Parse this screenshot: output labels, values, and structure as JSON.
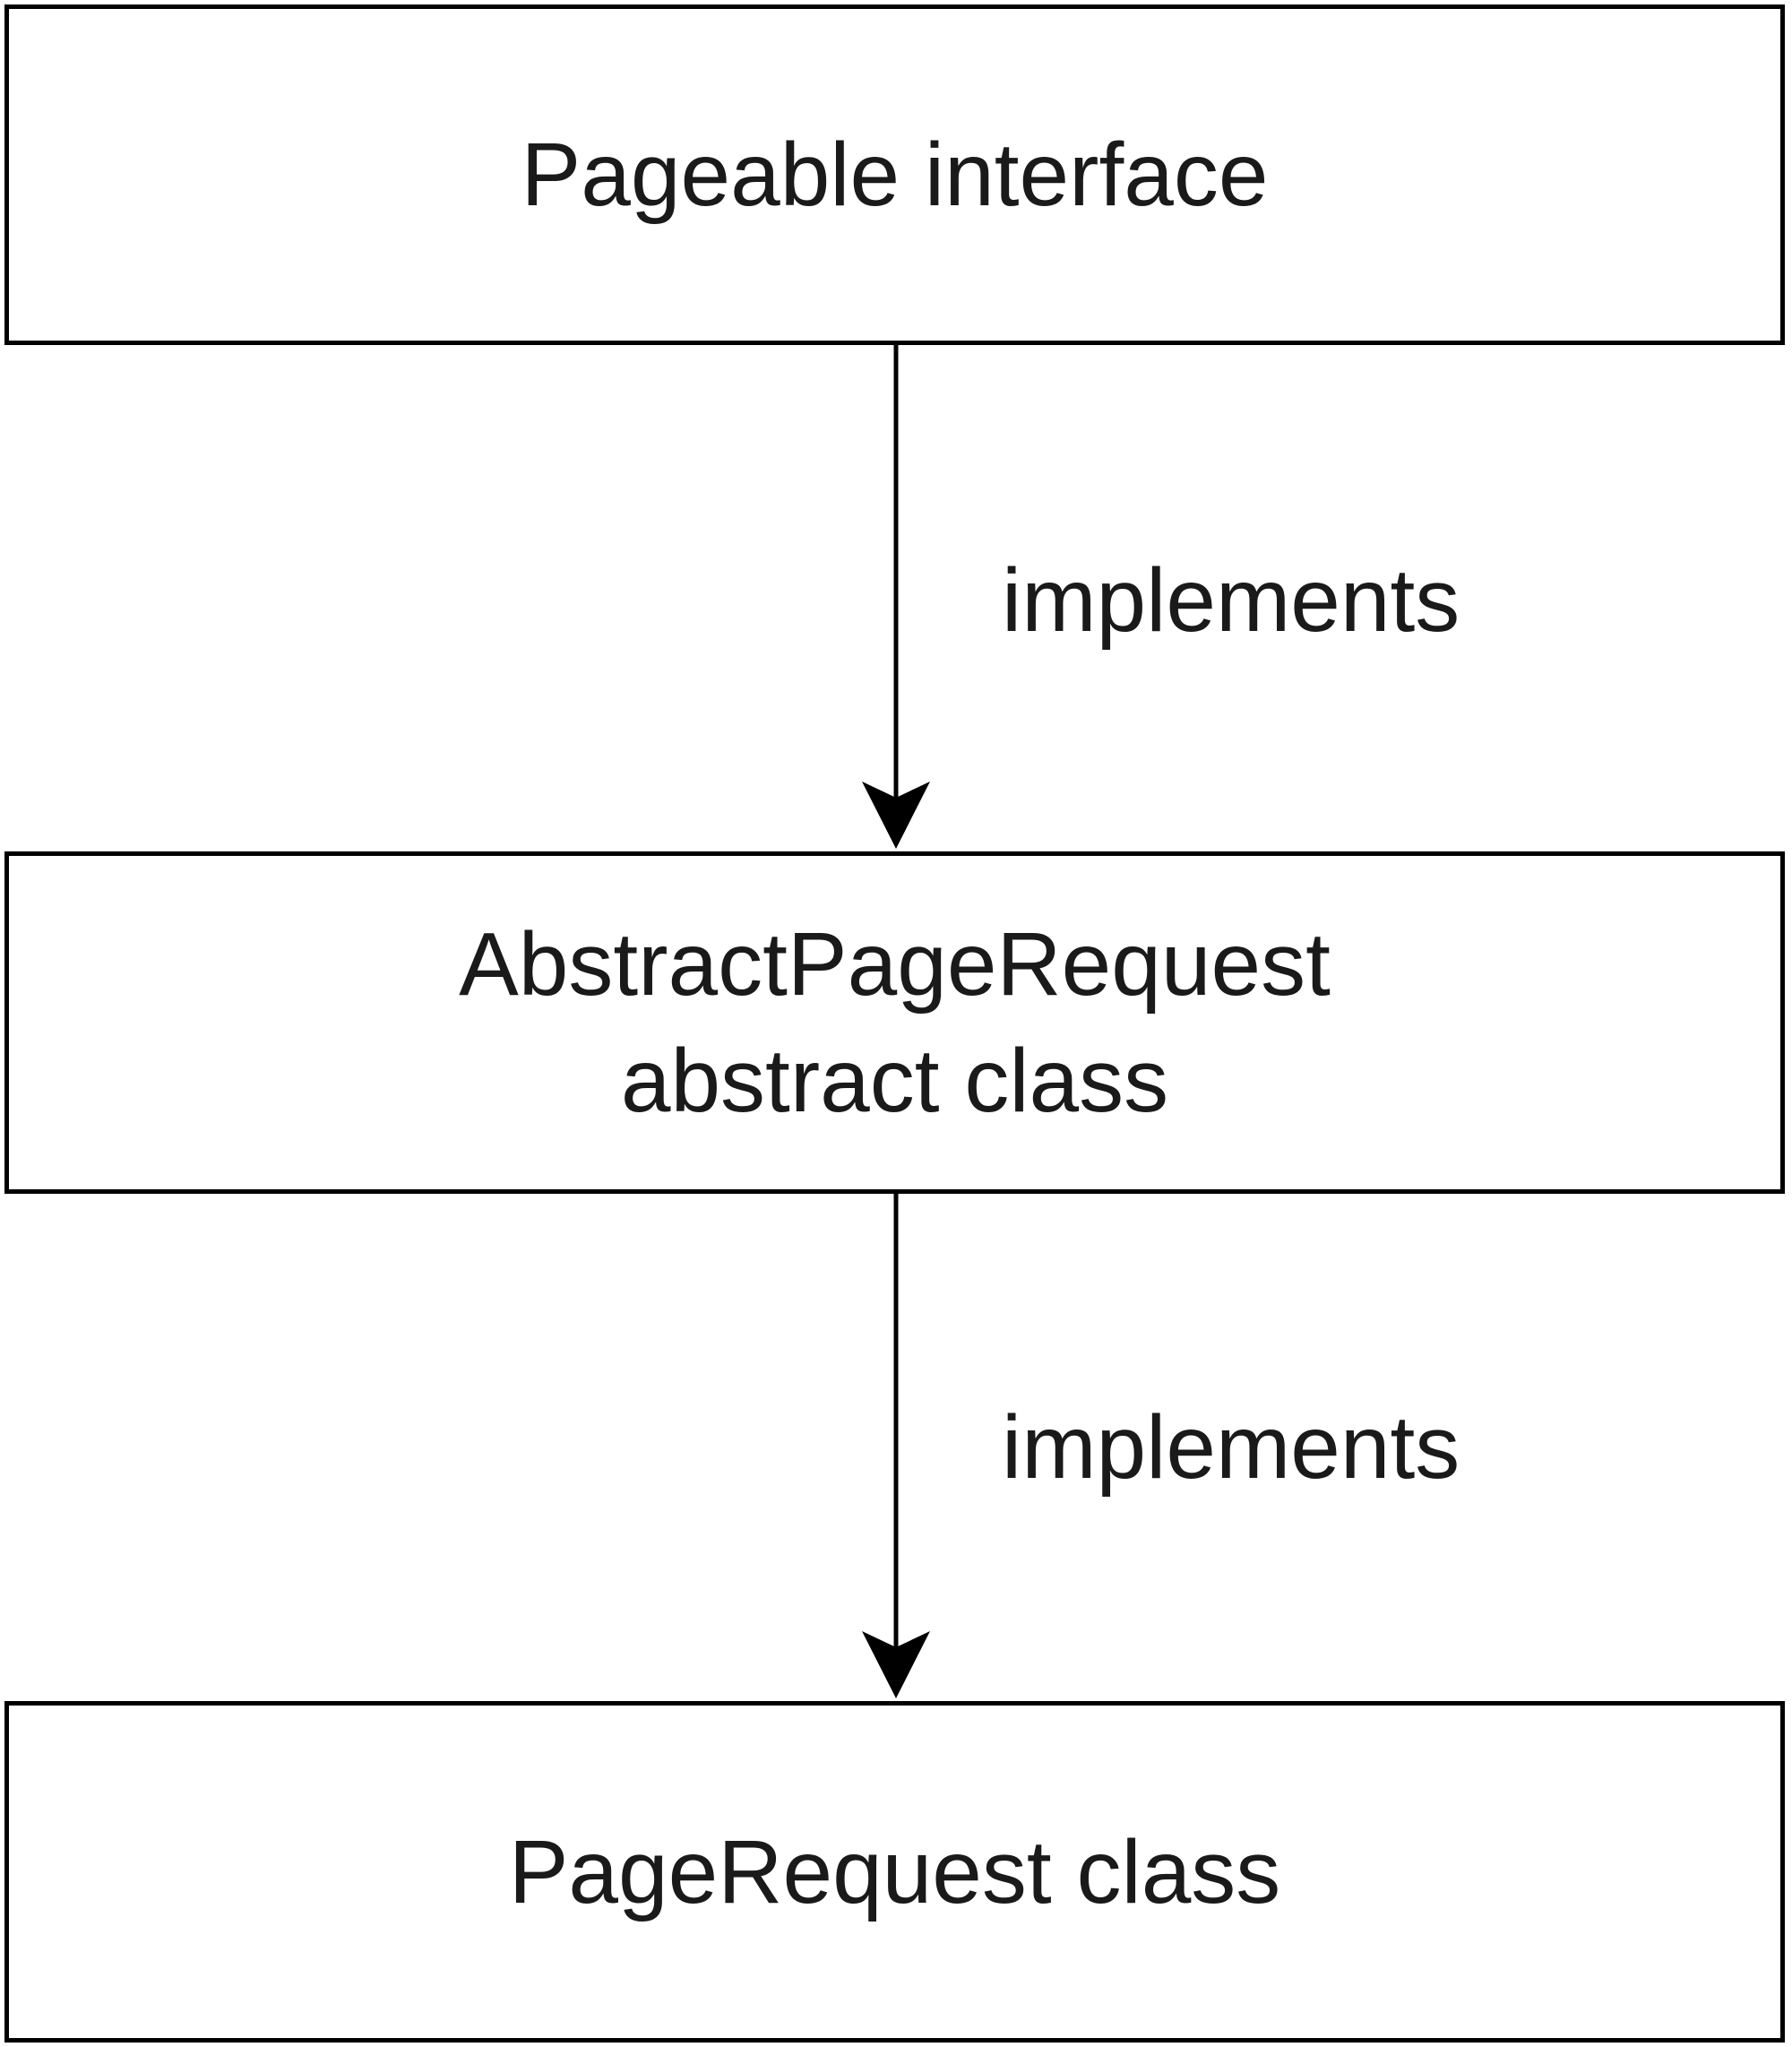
{
  "diagram": {
    "nodes": [
      {
        "id": "pageable",
        "lines": [
          "Pageable interface"
        ]
      },
      {
        "id": "abstract",
        "lines": [
          "AbstractPageRequest",
          "abstract class"
        ]
      },
      {
        "id": "pagerequest",
        "lines": [
          "PageRequest class"
        ]
      }
    ],
    "edges": [
      {
        "from": "pageable",
        "to": "abstract",
        "label": "implements"
      },
      {
        "from": "abstract",
        "to": "pagerequest",
        "label": "implements"
      }
    ],
    "colors": {
      "stroke": "#000000",
      "text": "#1a1a1a",
      "fill": "#ffffff"
    }
  }
}
